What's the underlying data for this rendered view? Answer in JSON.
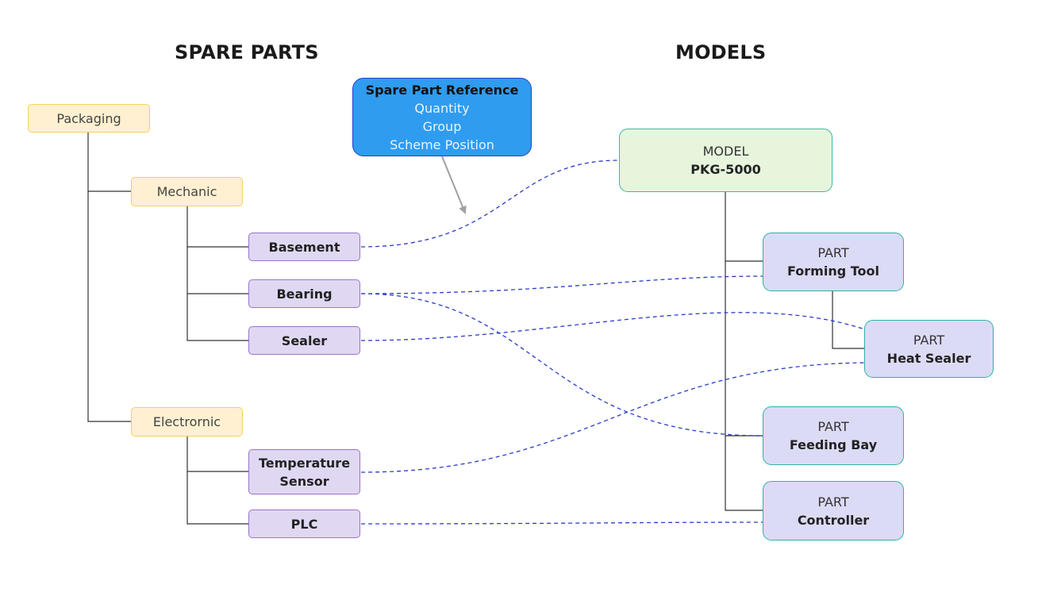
{
  "headings": {
    "spare_parts": "SPARE PARTS",
    "models": "MODELS"
  },
  "callout": {
    "title": "Spare Part Reference",
    "lines": [
      "Quantity",
      "Group",
      "Scheme Position"
    ]
  },
  "spare_tree": {
    "root": "Packaging",
    "groups": [
      {
        "label": "Mechanic",
        "items": [
          "Basement",
          "Bearing",
          "Sealer"
        ]
      },
      {
        "label": "Electrornic",
        "items": [
          "Temperature Sensor",
          "PLC"
        ]
      }
    ]
  },
  "model_tree": {
    "model": {
      "type": "MODEL",
      "name": "PKG-5000"
    },
    "parts": [
      {
        "type": "PART",
        "name": "Forming Tool"
      },
      {
        "type": "PART",
        "name": "Heat Sealer"
      },
      {
        "type": "PART",
        "name": "Feeding Bay"
      },
      {
        "type": "PART",
        "name": "Controller"
      }
    ]
  },
  "links": [
    {
      "from": "Basement",
      "to": "PKG-5000"
    },
    {
      "from": "Bearing",
      "to": "Forming Tool"
    },
    {
      "from": "Bearing",
      "to": "Feeding Bay"
    },
    {
      "from": "Sealer",
      "to": "Heat Sealer"
    },
    {
      "from": "Temperature Sensor",
      "to": "Heat Sealer"
    },
    {
      "from": "PLC",
      "to": "Controller"
    }
  ],
  "colors": {
    "category_fill": "#fff0d2",
    "spare_fill": "#e0d8f3",
    "model_fill": "#e6f5dc",
    "part_fill": "#dcdbf6",
    "callout_fill": "#2f9cf0",
    "link_line": "#2a3bc8",
    "tree_line": "#333333"
  }
}
